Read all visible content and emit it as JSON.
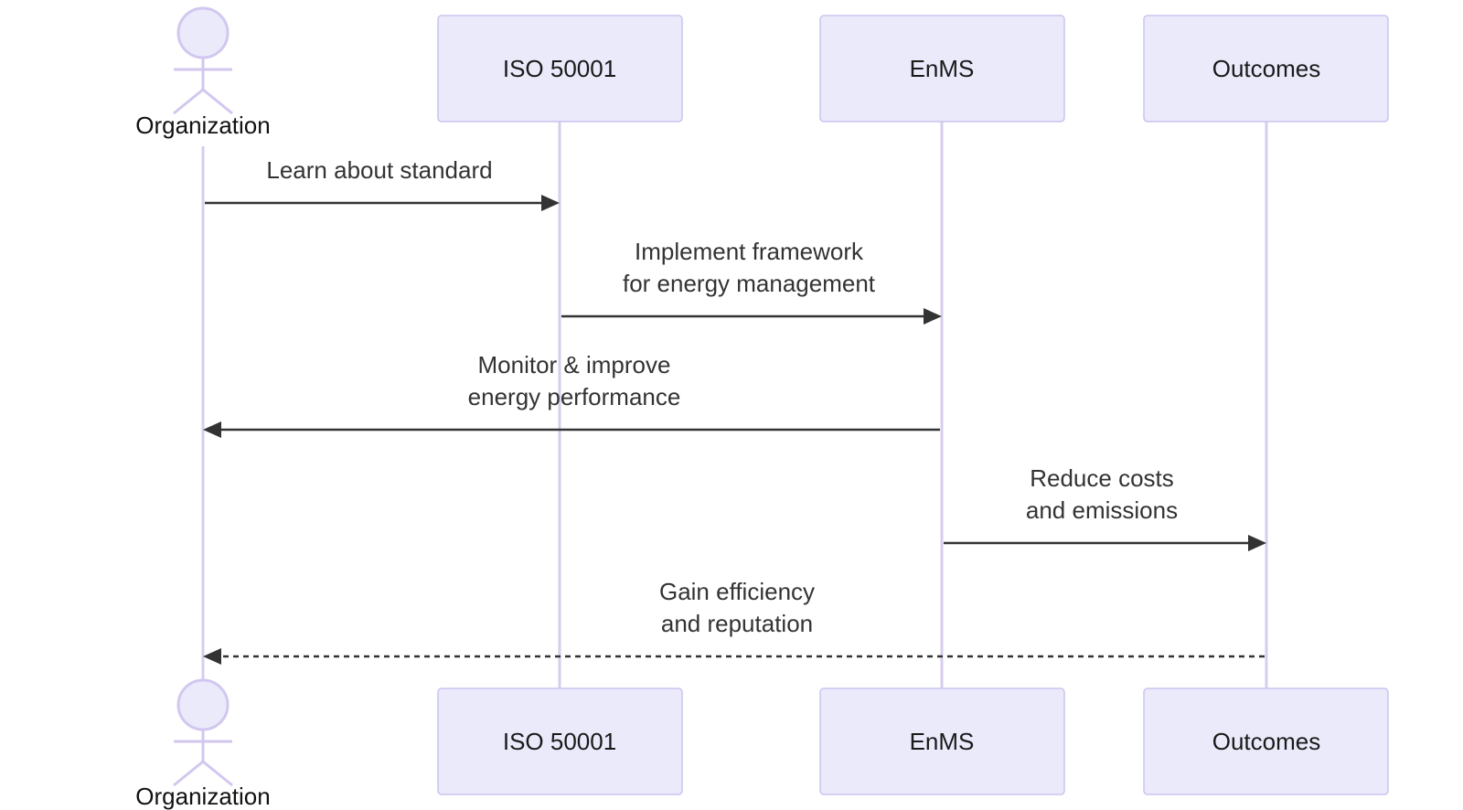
{
  "participants": [
    {
      "id": "org",
      "label": "Organization",
      "kind": "actor"
    },
    {
      "id": "iso",
      "label": "ISO 50001",
      "kind": "box"
    },
    {
      "id": "enms",
      "label": "EnMS",
      "kind": "box"
    },
    {
      "id": "out",
      "label": "Outcomes",
      "kind": "box"
    }
  ],
  "messages": [
    {
      "from": "org",
      "to": "iso",
      "lines": [
        "Learn about standard"
      ],
      "style": "solid"
    },
    {
      "from": "iso",
      "to": "enms",
      "lines": [
        "Implement framework",
        "for energy management"
      ],
      "style": "solid"
    },
    {
      "from": "enms",
      "to": "org",
      "lines": [
        "Monitor & improve",
        "energy performance"
      ],
      "style": "solid"
    },
    {
      "from": "enms",
      "to": "out",
      "lines": [
        "Reduce costs",
        "and emissions"
      ],
      "style": "solid"
    },
    {
      "from": "out",
      "to": "org",
      "lines": [
        "Gain efficiency",
        "and reputation"
      ],
      "style": "dashed"
    }
  ],
  "colors": {
    "lifeline": "#d7cdee",
    "box_fill": "#eaeafb",
    "box_stroke": "#cbc3ef",
    "arrow": "#333333"
  }
}
